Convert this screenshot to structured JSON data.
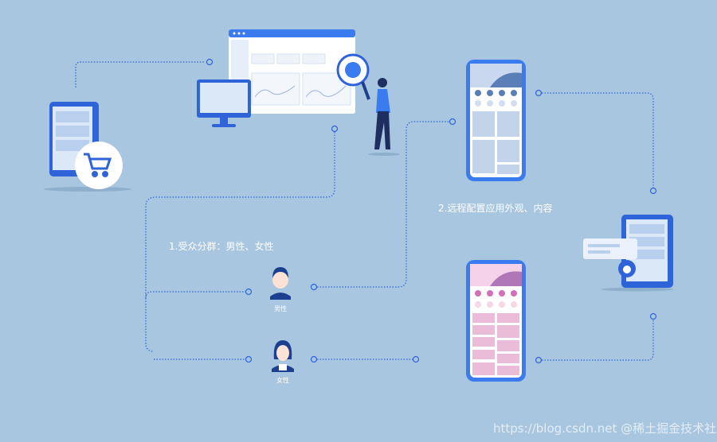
{
  "labels": {
    "step1": "1.受众分群：男性、女性",
    "step2": "2.远程配置应用外观、内容",
    "male": "男性",
    "female": "女性"
  },
  "watermark": "https://blog.csdn.net @稀土掘金技术社区",
  "colors": {
    "background": "#a8c6df",
    "connector": "#2f63d8",
    "device_blue": "#3a7bf0",
    "male_variant": "#5a7fb8",
    "female_variant": "#d36fb8"
  }
}
